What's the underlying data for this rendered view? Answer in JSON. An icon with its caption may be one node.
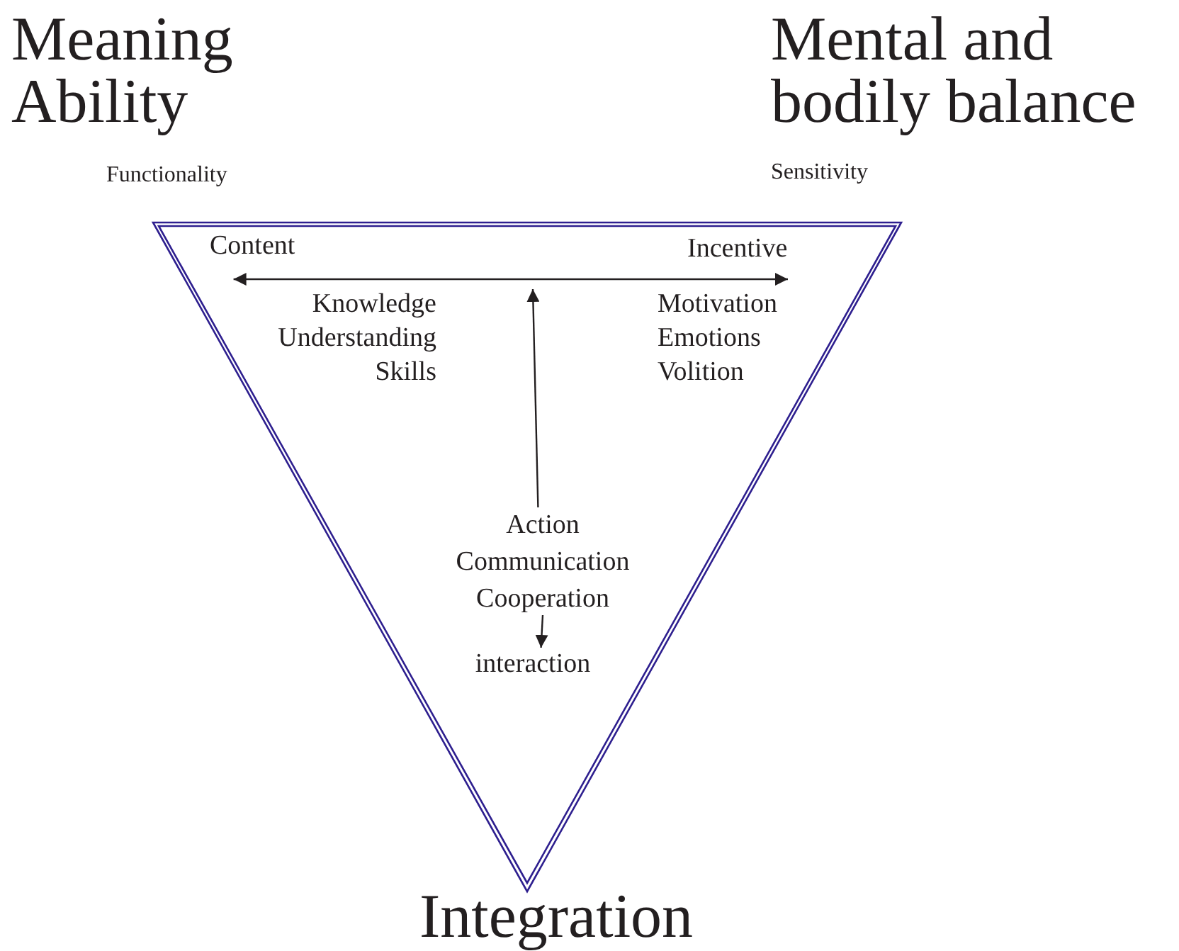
{
  "diagram": {
    "nodes": [
      {
        "text": [],
        "shape": "triangle"
      },
      {
        "text": [
          "Content"
        ],
        "in": 0
      },
      {
        "text": [
          "Knowledge Understanding Skills"
        ],
        "in": 0
      },
      {
        "text": [
          "Incentive"
        ],
        "in": 0
      },
      {
        "text": [
          "Motivation Emotions Volition"
        ],
        "in": 0
      },
      {
        "text": [
          "Action Communication Cooperation"
        ],
        "in": 0
      },
      {
        "text": [
          "interaction"
        ],
        "in": 0
      }
    ],
    "edges": [
      {
        "from": 1,
        "to": 3,
        "arrow": "both"
      },
      {
        "from": 5,
        "to": null,
        "arrow": "to"
      },
      {
        "from": 5,
        "to": 6,
        "arrow": "to"
      }
    ],
    "labels": [
      "Meaning Ability",
      "Mental and bodily balance",
      "Functionality",
      "Sensitivity",
      "Integration"
    ]
  }
}
